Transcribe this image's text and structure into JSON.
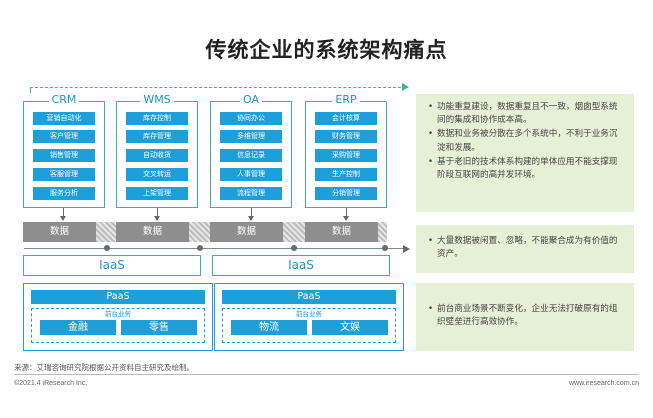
{
  "title": "传统企业的系统架构痛点",
  "systems": [
    {
      "name": "CRM",
      "modules": [
        "营销自动化",
        "客户管理",
        "销售管理",
        "客服管理",
        "服务分析"
      ]
    },
    {
      "name": "WMS",
      "modules": [
        "库存控制",
        "库存管理",
        "自动收货",
        "交叉转运",
        "上架管理"
      ]
    },
    {
      "name": "OA",
      "modules": [
        "协同办公",
        "多维管理",
        "信息记录",
        "人事管理",
        "流程管理"
      ]
    },
    {
      "name": "ERP",
      "modules": [
        "会计核算",
        "财务管理",
        "采购管理",
        "生产控制",
        "分销管理"
      ]
    }
  ],
  "data_label": "数据",
  "iaas_label": "IaaS",
  "paas": [
    {
      "label": "PaaS",
      "sub": "前台业务",
      "items": [
        "金融",
        "零售"
      ]
    },
    {
      "label": "PaaS",
      "sub": "前台业务",
      "items": [
        "物流",
        "文娱"
      ]
    }
  ],
  "panels": [
    [
      "功能重复建设，数据重复且不一致，烟囱型系统间的集成和协作成本高。",
      "数据和业务被分散在多个系统中，不利于业务沉淀和发展。",
      "基于老旧的技术体系构建的单体应用不能支撑现阶段互联网的高并发环境。"
    ],
    [
      "大量数据被闲置、忽略，不能聚合成为有价值的资产。"
    ],
    [
      "前台商业场景不断变化，企业无法打破原有的组织壁垒进行高效协作。"
    ]
  ],
  "source": "来源：艾瑞咨询研究院根据公开资料自主研究及绘制。",
  "footer_left": "©2021.4 iResearch Inc.",
  "footer_right": "www.iresearch.com.cn",
  "colors": {
    "green": "#3fb19a",
    "blue": "#1d9fd9",
    "panel": "#e6f0d7",
    "data": "#8e8e8e"
  }
}
